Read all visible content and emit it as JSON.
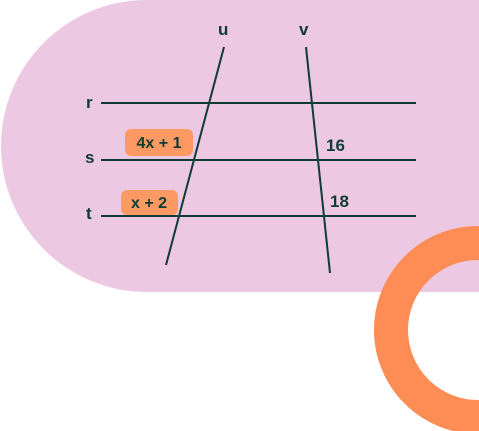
{
  "colors": {
    "background_shape": "#ecc8e2",
    "accent_ring": "#fd8c55",
    "badge_fill": "#fd9a63",
    "line_color": "#0e3b33"
  },
  "lines": {
    "parallel": [
      {
        "label": "r"
      },
      {
        "label": "s"
      },
      {
        "label": "t"
      }
    ],
    "transversals": [
      {
        "label": "u"
      },
      {
        "label": "v"
      }
    ]
  },
  "segments": {
    "u_upper": {
      "text": "4x + 1"
    },
    "u_lower": {
      "text": "x + 2"
    },
    "v_upper": {
      "text": "16"
    },
    "v_lower": {
      "text": "18"
    }
  }
}
